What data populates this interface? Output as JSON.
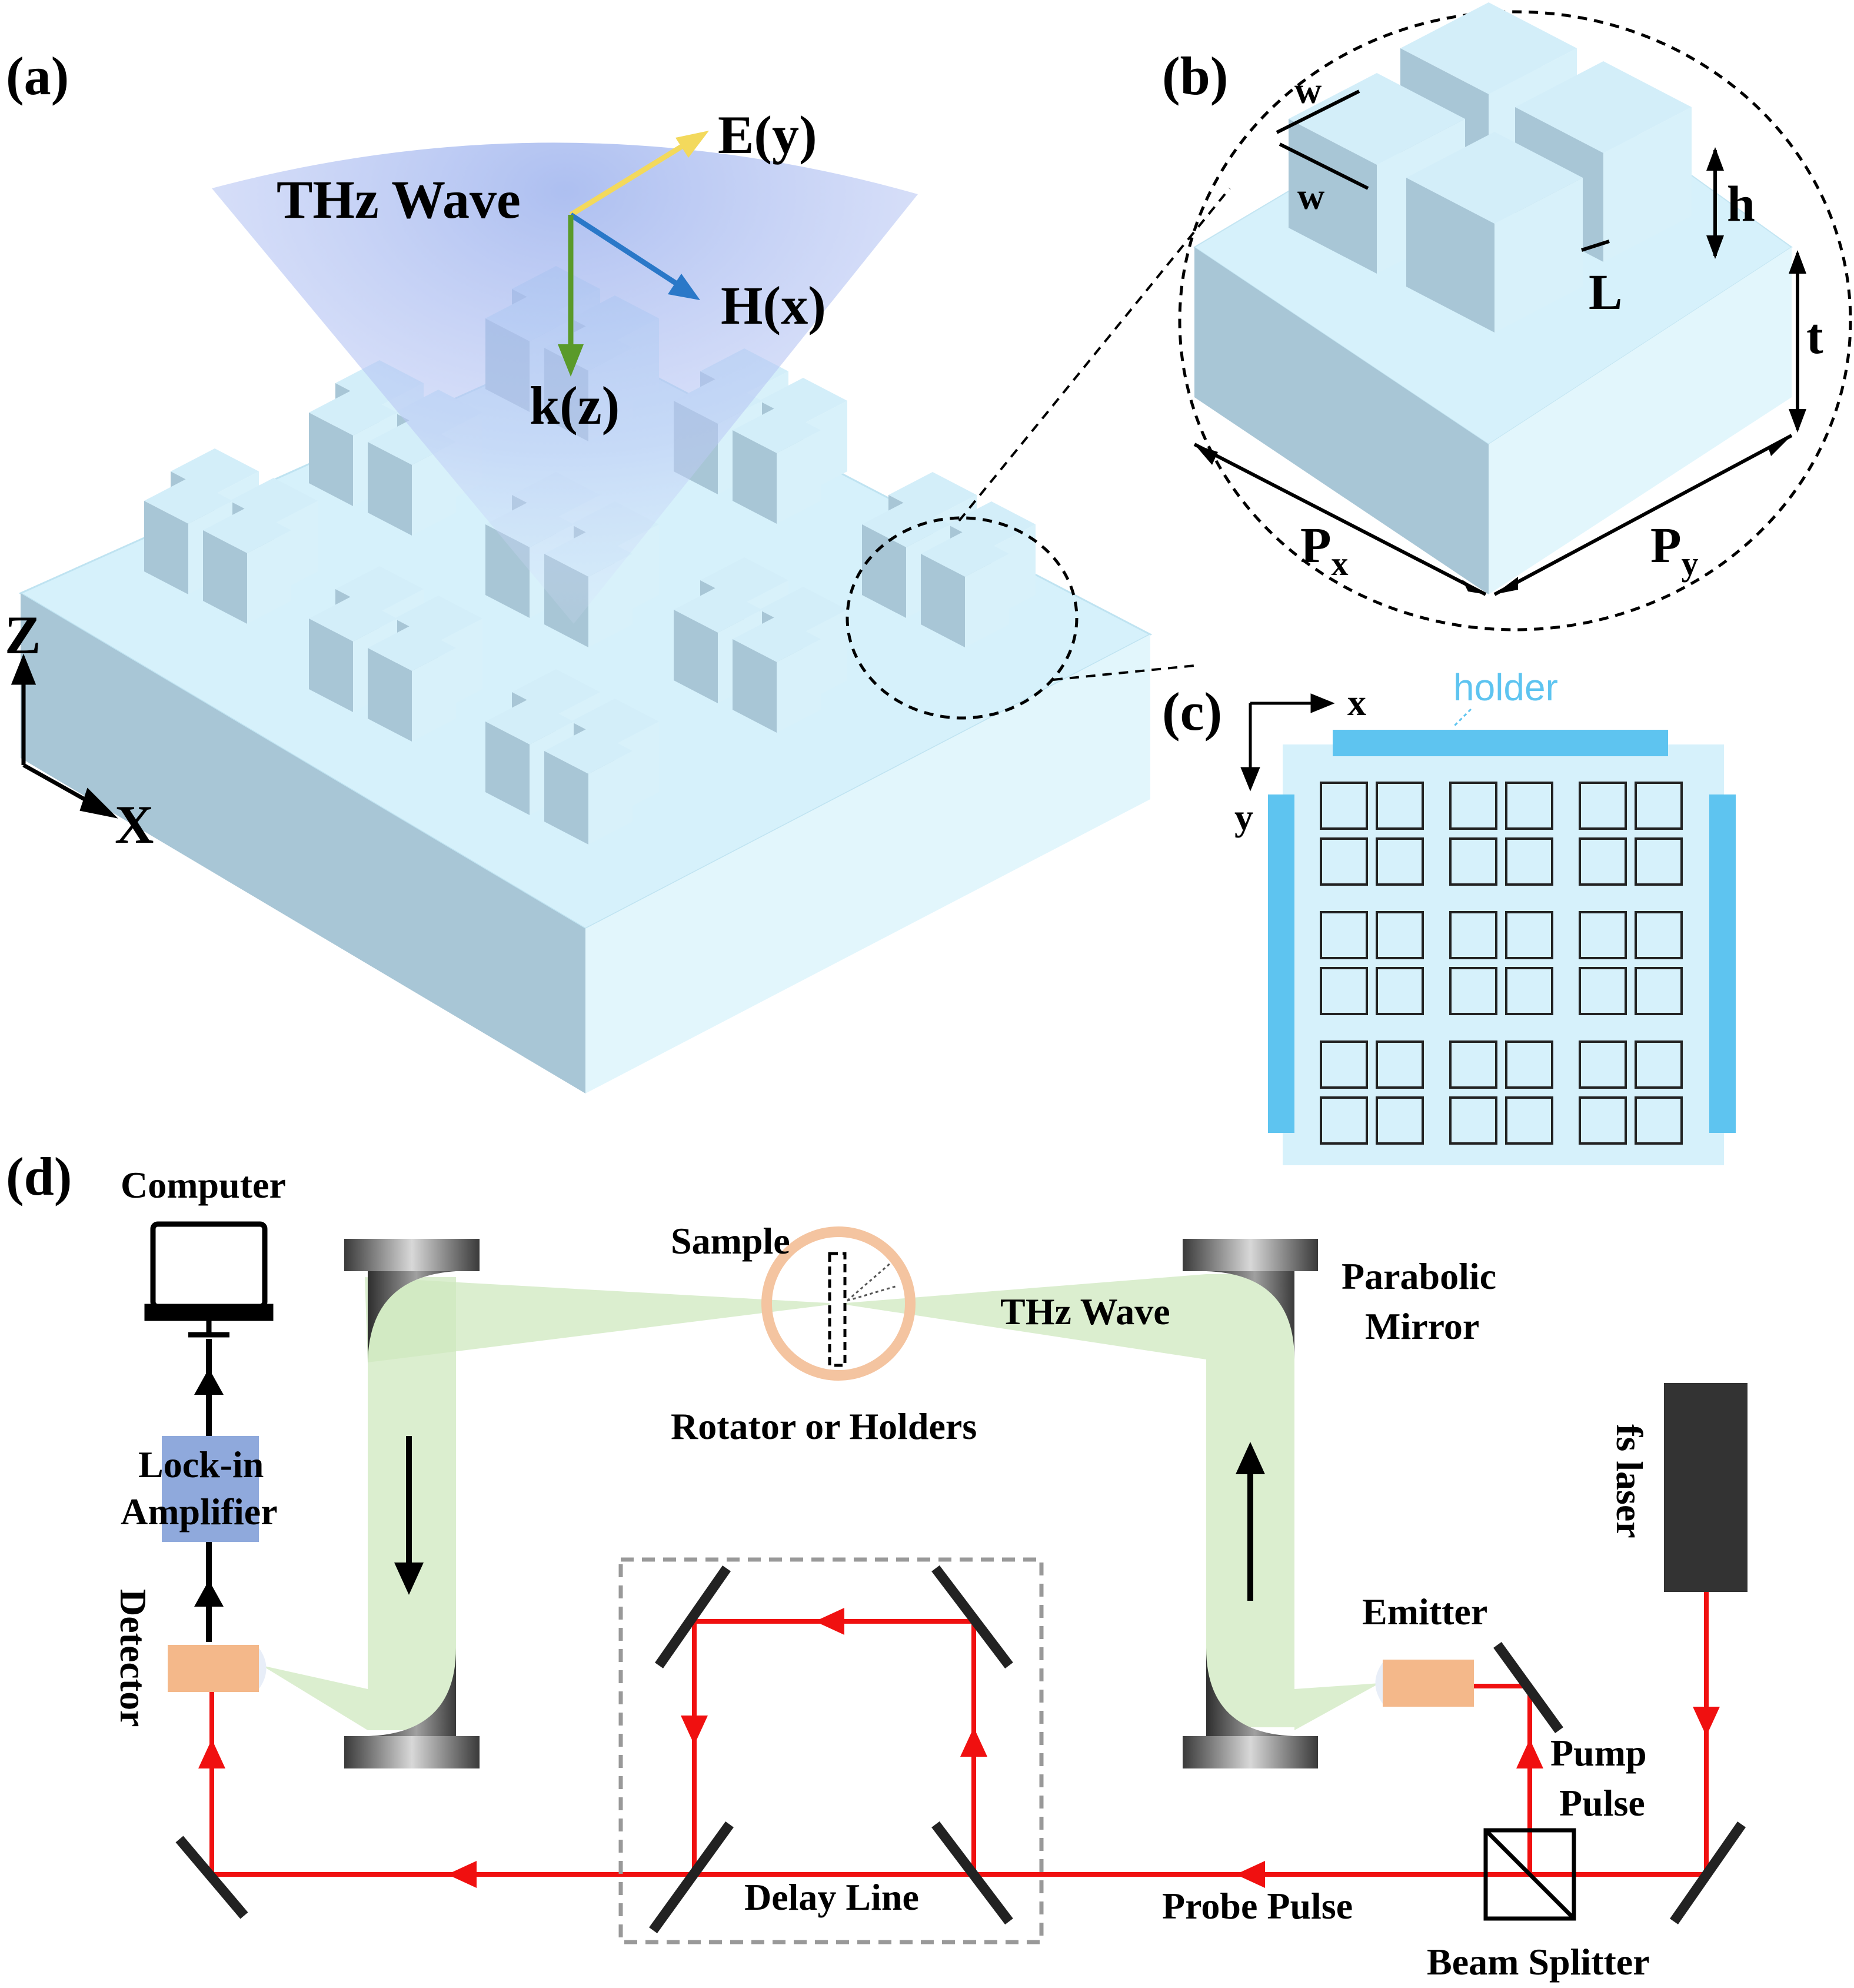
{
  "panels": {
    "a": "(a)",
    "b": "(b)",
    "c": "(c)",
    "d": "(d)"
  },
  "panel_a": {
    "wave": "THz Wave",
    "e_field": "E(y)",
    "h_field": "H(x)",
    "k_vector": "k(z)",
    "axis_z": "Z",
    "axis_x": "X"
  },
  "panel_b": {
    "w_top": "w",
    "w_side": "w",
    "h": "h",
    "t": "t",
    "L": "L",
    "px_main": "P",
    "px_sub": "x",
    "py_main": "P",
    "py_sub": "y"
  },
  "panel_c": {
    "holder": "holder",
    "axis_x": "x",
    "axis_y": "y"
  },
  "panel_d": {
    "computer": "Computer",
    "lockin_1": "Lock-in",
    "lockin_2": "Amplifier",
    "detector": "Detector",
    "sample": "Sample",
    "rotator": "Rotator or Holders",
    "thz_wave": "THz Wave",
    "parabolic_1": "Parabolic",
    "parabolic_2": "Mirror",
    "fs_laser": "fs laser",
    "emitter": "Emitter",
    "pump_1": "Pump",
    "pump_2": "Pulse",
    "delay": "Delay Line",
    "probe": "Probe Pulse",
    "splitter": "Beam Splitter"
  },
  "colors": {
    "substrate_top": "#d6f1fb",
    "substrate_front": "#a8c6d6",
    "substrate_side": "#e2f6fc",
    "beam_red": "#f01010",
    "thz_green": "#cfe8bf",
    "e_arrow": "#f3d95c",
    "h_arrow": "#2a78c8",
    "k_arrow": "#5a9a2a",
    "holder_blue": "#5ec4f0",
    "lockin_box": "#8fa9dc",
    "device_orange": "#f4b88a",
    "rotator_ring": "#f4c4a0"
  }
}
